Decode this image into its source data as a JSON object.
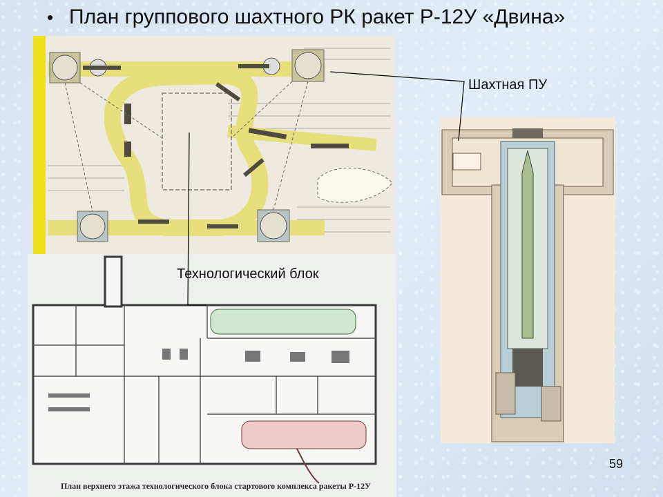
{
  "slide": {
    "title": "План группового шахтного РК ракет Р-12У «Двина»",
    "page_number": "59"
  },
  "labels": {
    "silo_launcher": "Шахтная ПУ",
    "tech_block": "Технологический блок"
  },
  "plan_caption": "План верхнего этажа технологического блока стартового комплекса ракеты Р-12У",
  "colors": {
    "plan_paper": "#efeadf",
    "ring_road": "#e7df7c",
    "yellow_strip": "#f2e01a",
    "tech_paper": "#eef0ee",
    "silo_paper": "#f4ead9"
  }
}
